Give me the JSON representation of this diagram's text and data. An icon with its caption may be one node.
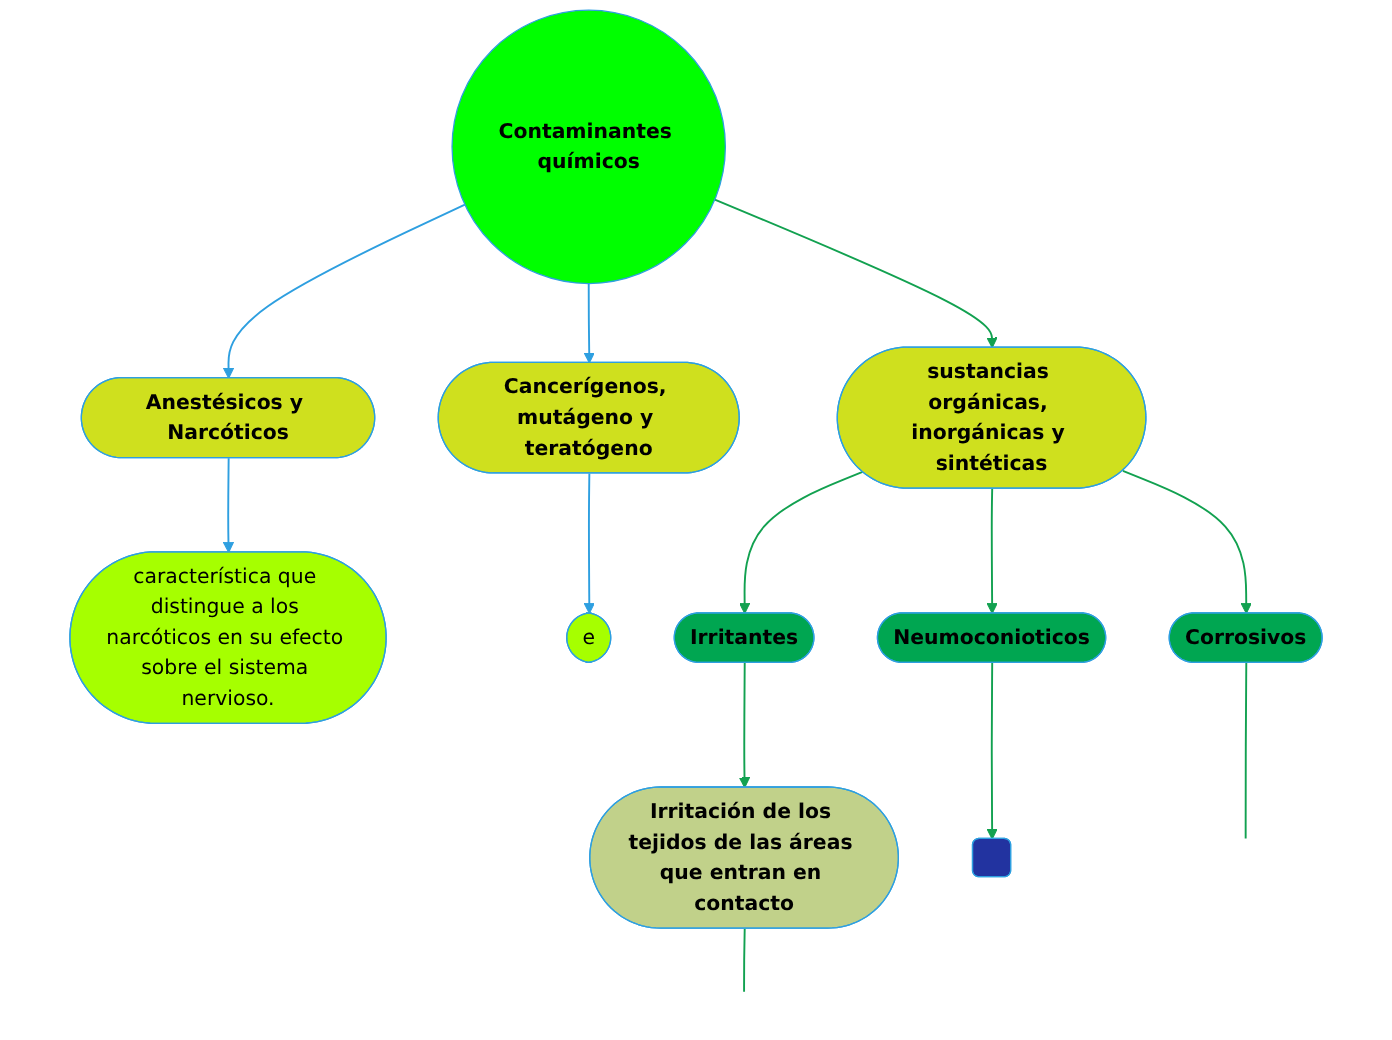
{
  "diagram": {
    "nodes": [
      {
        "text": [
          "Anestésicos y Narcóticos"
        ]
      },
      {
        "text": [
          "Cancerígenos, mutágeno y teratógeno"
        ]
      },
      {
        "text": [
          "Contaminantes químicos"
        ]
      },
      {
        "text": [
          "característica que distingue a los narcóticos en su efecto sobre el sistema nervioso."
        ]
      },
      {
        "text": [
          "e"
        ]
      },
      {
        "text": [
          "sustancias orgánicas, inorgánicas y sintéticas"
        ]
      },
      {
        "text": [
          "Irritantes"
        ]
      },
      {
        "text": [
          "Neumoconioticos"
        ]
      },
      {
        "text": [
          "Corrosivos"
        ]
      },
      {
        "text": [
          "Irritación de los tejidos de las áreas que entran en contacto"
        ]
      },
      {
        "text": [],
        "shape": "box"
      }
    ],
    "edges": [
      {
        "from": 2,
        "to": 0,
        "arrow": "to",
        "color": "#2e9fe0"
      },
      {
        "from": 0,
        "to": 3,
        "arrow": "to",
        "color": "#2e9fe0"
      },
      {
        "from": 2,
        "to": 1,
        "arrow": "to",
        "color": "#2e9fe0"
      },
      {
        "from": 1,
        "to": 4,
        "arrow": "to",
        "color": "#2e9fe0"
      },
      {
        "from": 2,
        "to": 5,
        "arrow": "to"
      },
      {
        "from": 5,
        "to": 6,
        "arrow": "to"
      },
      {
        "from": 5,
        "to": 8,
        "arrow": "to"
      },
      {
        "from": 5,
        "to": 7,
        "arrow": "to"
      },
      {
        "from": 6,
        "to": 9,
        "arrow": "to"
      },
      {
        "from": 7,
        "to": 10,
        "arrow": "to"
      },
      {
        "from": 8,
        "to": null,
        "arrow": "none"
      },
      {
        "from": 9,
        "to": null,
        "arrow": "none"
      }
    ]
  }
}
